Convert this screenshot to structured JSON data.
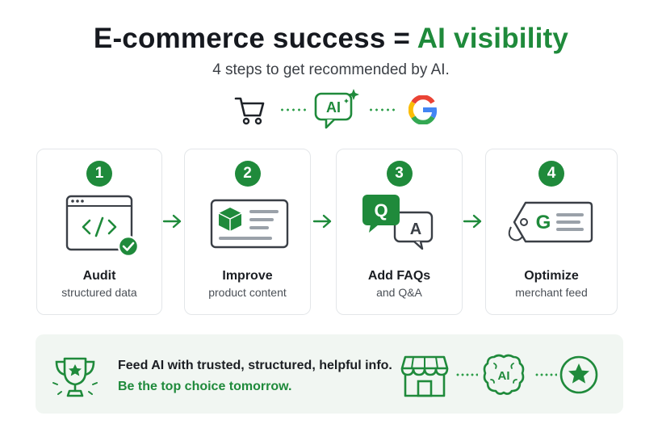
{
  "header": {
    "title_main": "E-commerce success = ",
    "title_accent": "AI visibility",
    "subtitle": "4 steps to get recommended by AI."
  },
  "flow": {
    "icons": [
      "cart-icon",
      "ai-chat-icon",
      "google-icon"
    ],
    "ai_label": "AI"
  },
  "steps": [
    {
      "number": "1",
      "title": "Audit",
      "subtitle": "structured data",
      "icon": "code-window-check-icon"
    },
    {
      "number": "2",
      "title": "Improve",
      "subtitle": "product content",
      "icon": "product-page-icon"
    },
    {
      "number": "3",
      "title": "Add FAQs",
      "subtitle": "and Q&A",
      "icon": "qa-bubbles-icon",
      "q_label": "Q",
      "a_label": "A"
    },
    {
      "number": "4",
      "title": "Optimize",
      "subtitle": "merchant feed",
      "icon": "google-tag-icon",
      "tag_label": "G"
    }
  ],
  "banner": {
    "line1": "Feed AI with trusted, structured, helpful info.",
    "line2": "Be the top choice tomorrow.",
    "icons": [
      "trophy-star-icon",
      "storefront-icon",
      "ai-brain-icon",
      "star-circle-icon"
    ],
    "brain_label": "AI"
  },
  "colors": {
    "accent": "#1f8a3b",
    "text": "#1b1e23",
    "banner_bg": "#f1f6f2"
  }
}
